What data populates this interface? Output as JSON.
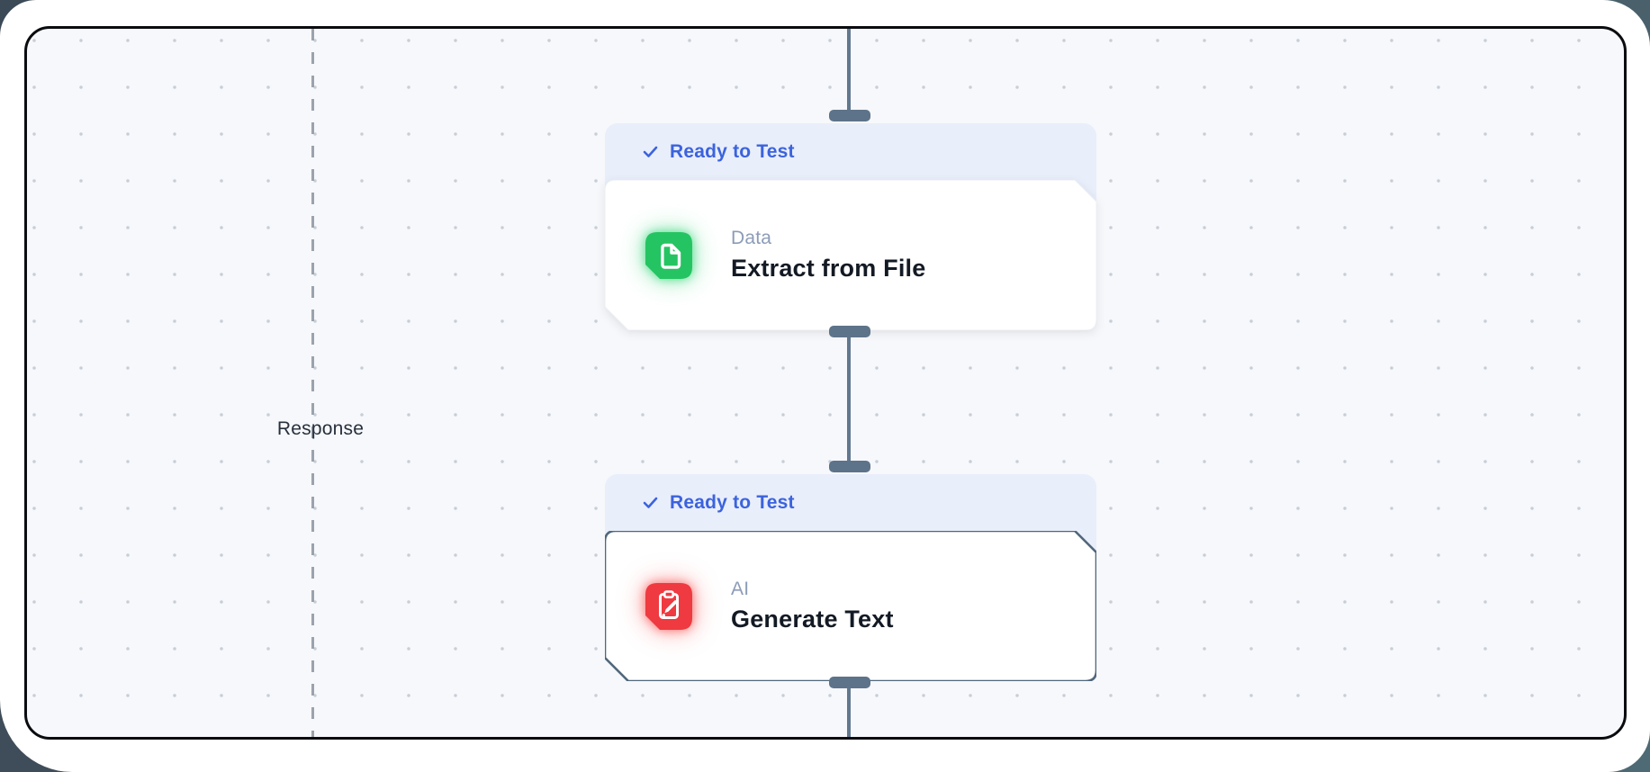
{
  "canvas": {
    "response_label": "Response"
  },
  "nodes": [
    {
      "status_label": "Ready to Test",
      "category": "Data",
      "title": "Extract from File",
      "icon": "file-icon",
      "accent_color": "#25c462",
      "selected": false
    },
    {
      "status_label": "Ready to Test",
      "category": "AI",
      "title": "Generate Text",
      "icon": "clipboard-pen-icon",
      "accent_color": "#ee3a40",
      "selected": true
    }
  ],
  "colors": {
    "status_text": "#3b63dd",
    "status_bg": "#e9eefb",
    "connector": "#5d7389",
    "selected_border": "#51677c",
    "canvas_bg": "#f7f8fb",
    "grid_dot": "#c8ced7",
    "canvas_border": "#0b0c10",
    "outer_background": "#44525f"
  }
}
